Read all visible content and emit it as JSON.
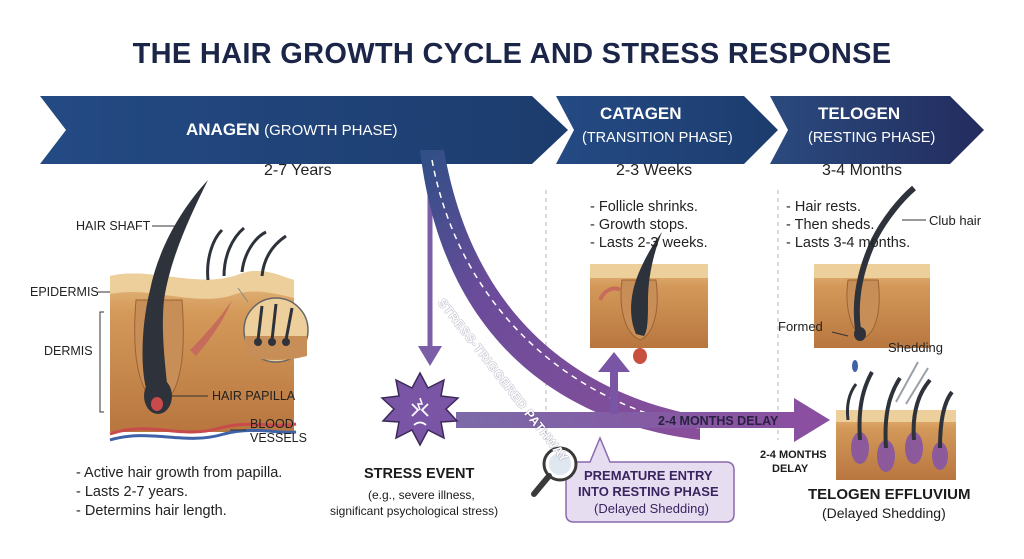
{
  "title": "THE HAIR GROWTH CYCLE AND STRESS RESPONSE",
  "phases": {
    "anagen": {
      "name": "ANAGEN",
      "sub": "(GROWTH PHASE)",
      "duration": "2-7 Years"
    },
    "catagen": {
      "name": "CATAGEN",
      "sub": "(TRANSITION PHASE)",
      "duration": "2-3 Weeks"
    },
    "telogen": {
      "name": "TELOGEN",
      "sub": "(RESTING PHASE)",
      "duration": "3-4 Months"
    }
  },
  "anatomy": {
    "hair_shaft": "HAIR SHAFT",
    "epidermis": "EPIDERMIS",
    "dermis": "DERMIS",
    "hair_papilla": "HAIR PAPILLA",
    "blood_vessels_1": "BLOOD",
    "blood_vessels_2": "VESSELS"
  },
  "anagen_notes": [
    "- Active hair growth from papilla.",
    "- Lasts 2-7 years.",
    "- Determins hair length."
  ],
  "catagen_notes": [
    "- Follicle shrinks.",
    "- Growth stops.",
    "- Lasts 2-3 weeks."
  ],
  "telogen_notes": [
    "- Hair rests.",
    "- Then sheds.",
    "- Lasts 3-4 months."
  ],
  "telogen_labels": {
    "club_hair": "Club hair",
    "formed": "Formed",
    "shedding": "Shedding"
  },
  "stress": {
    "title": "STRESS EVENT",
    "line1": "(e.g., severe illness,",
    "line2": "significant psychological stress)"
  },
  "pathway_label": "STRESS-TRIGGERED PATHWAY",
  "delay_label": "2-4 MONTHS DELAY",
  "delay_label_small": [
    "2-4 MONTHS",
    "DELAY"
  ],
  "premature": {
    "line1": "PREMATURE ENTRY",
    "line2": "INTO RESTING PHASE",
    "line3": "(Delayed Shedding)"
  },
  "effluvium": {
    "title": "TELOGEN EFFLUVIUM",
    "sub": "(Delayed Shedding)"
  },
  "colors": {
    "navy": "#1d3f72",
    "navy_dark": "#1a2a55",
    "purple": "#7c4e9c",
    "purple_light": "#b99bd0",
    "skin": "#d9a872",
    "dermis": "#b97a45",
    "hair": "#2e333b"
  }
}
